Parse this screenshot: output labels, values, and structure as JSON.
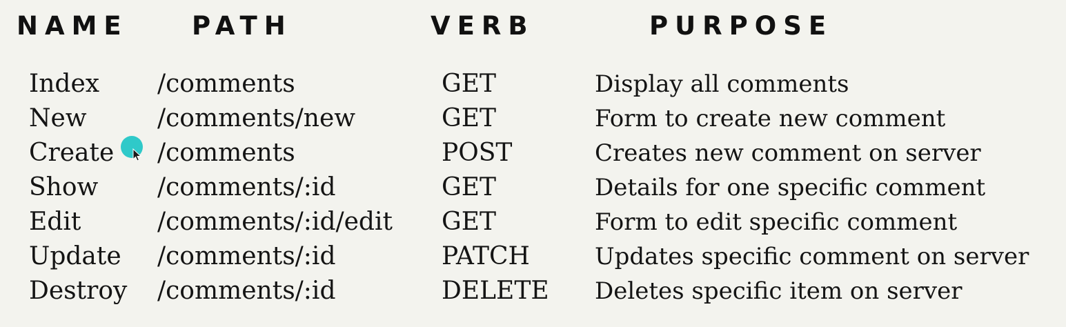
{
  "headers": {
    "name": "NAME",
    "path": "PATH",
    "verb": "VERB",
    "purpose": "PURPOSE"
  },
  "rows": [
    {
      "name": "Index",
      "path": "/comments",
      "verb": "GET",
      "purpose": "Display all comments"
    },
    {
      "name": "New",
      "path": "/comments/new",
      "verb": "GET",
      "purpose": "Form to create new comment"
    },
    {
      "name": "Create",
      "path": "/comments",
      "verb": "POST",
      "purpose": "Creates new comment on server"
    },
    {
      "name": "Show",
      "path": "/comments/:id",
      "verb": "GET",
      "purpose": "Details for one specific comment"
    },
    {
      "name": "Edit",
      "path": "/comments/:id/edit",
      "verb": "GET",
      "purpose": "Form to edit specific comment"
    },
    {
      "name": "Update",
      "path": "/comments/:id",
      "verb": "PATCH",
      "purpose": "Updates specific comment on server"
    },
    {
      "name": "Destroy",
      "path": "/comments/:id",
      "verb": "DELETE",
      "purpose": "Deletes specific item on server"
    }
  ],
  "colors": {
    "background": "#f3f3ee",
    "text": "#111111",
    "cursor_highlight": "#19c4c4"
  },
  "icons": {
    "cursor": "mouse-pointer-icon"
  }
}
